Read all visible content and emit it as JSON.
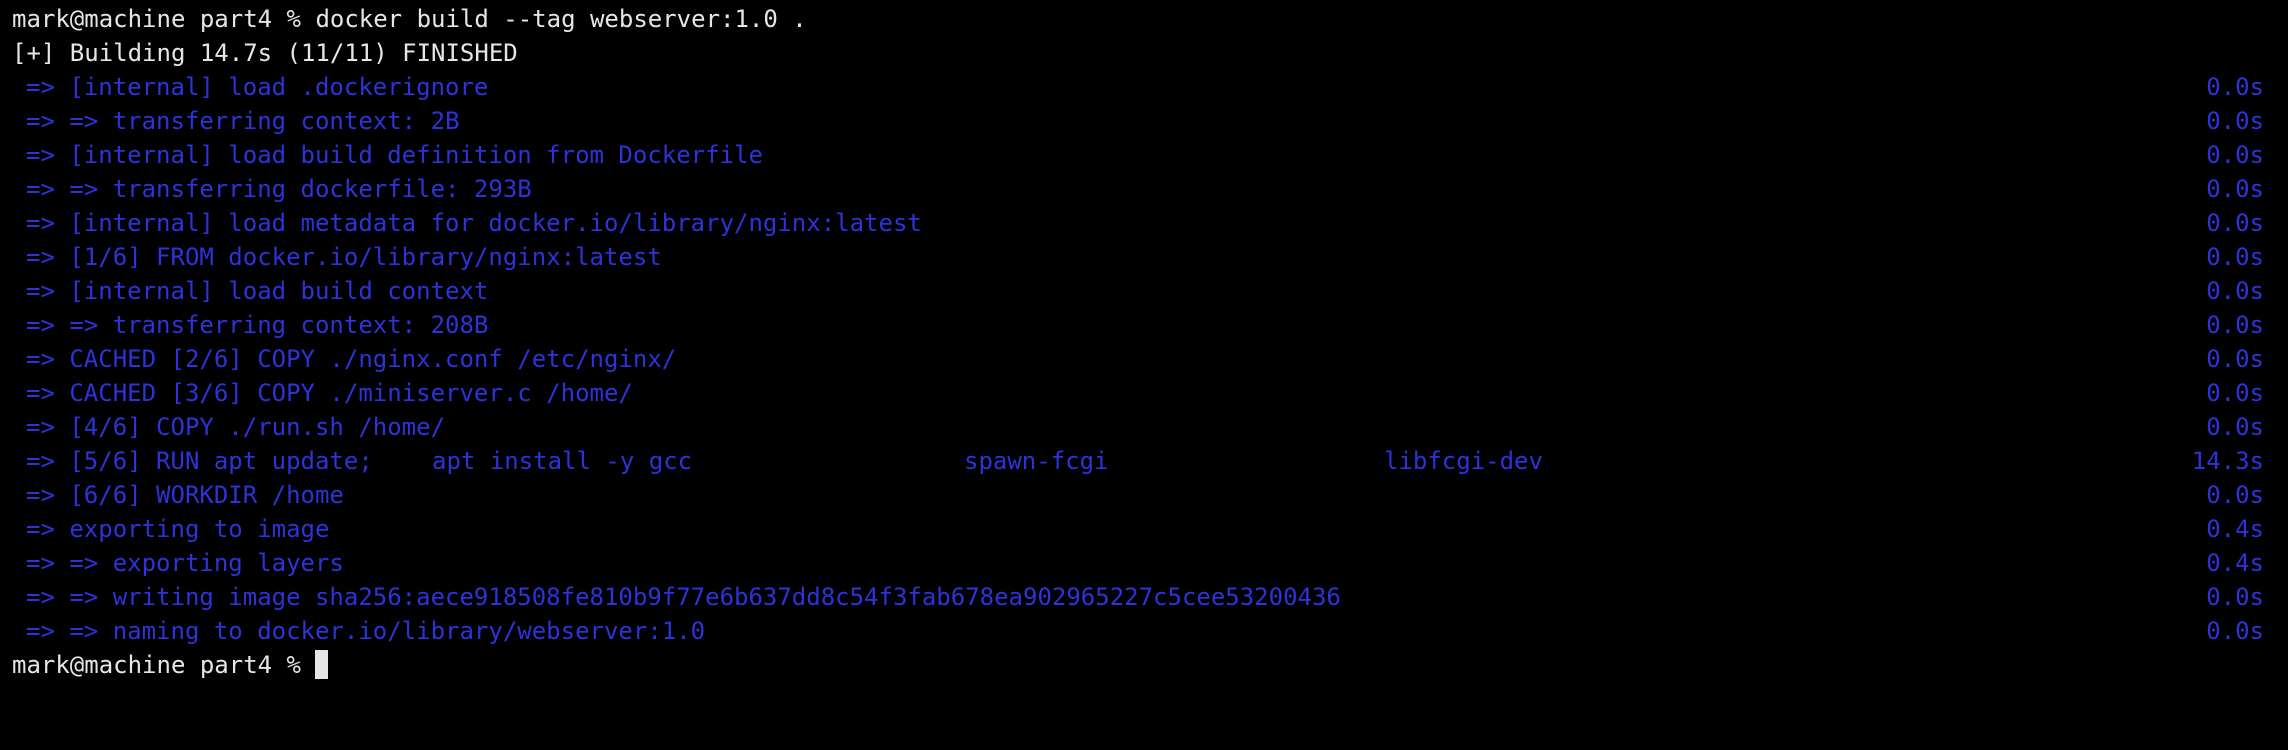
{
  "terminal": {
    "command_prompt": "mark@machine part4 % ",
    "command": "docker build --tag webserver:1.0 .",
    "status": "[+] Building 14.7s (11/11) FINISHED",
    "steps": [
      {
        "text": "=> [internal] load .dockerignore",
        "time": "0.0s"
      },
      {
        "text": "=> => transferring context: 2B",
        "time": "0.0s"
      },
      {
        "text": "=> [internal] load build definition from Dockerfile",
        "time": "0.0s"
      },
      {
        "text": "=> => transferring dockerfile: 293B",
        "time": "0.0s"
      },
      {
        "text": "=> [internal] load metadata for docker.io/library/nginx:latest",
        "time": "0.0s"
      },
      {
        "text": "=> [1/6] FROM docker.io/library/nginx:latest",
        "time": "0.0s"
      },
      {
        "text": "=> [internal] load build context",
        "time": "0.0s"
      },
      {
        "text": "=> => transferring context: 208B",
        "time": "0.0s"
      },
      {
        "text": "=> CACHED [2/6] COPY ./nginx.conf /etc/nginx/",
        "time": "0.0s"
      },
      {
        "text": "=> CACHED [3/6] COPY ./miniserver.c /home/",
        "time": "0.0s"
      },
      {
        "text": "=> [4/6] COPY ./run.sh /home/",
        "time": "0.0s"
      },
      {
        "text": "=> [5/6] RUN apt update;",
        "time": "14.3s"
      },
      {
        "text": "=> [6/6] WORKDIR /home",
        "time": "0.0s"
      },
      {
        "text": "=> exporting to image",
        "time": "0.4s"
      },
      {
        "text": "=> => exporting layers",
        "time": "0.4s"
      },
      {
        "text": "=> => writing image sha256:aece918508fe810b9f77e6b637dd8c54f3fab678ea902965227c5cee53200436",
        "time": "0.0s"
      },
      {
        "text": "=> => naming to docker.io/library/webserver:1.0",
        "time": "0.0s"
      }
    ],
    "run_step_extra": {
      "col1": "apt install -y gcc",
      "col2": "spawn-fcgi",
      "col3": "libfcgi-dev"
    },
    "final_prompt": "mark@machine part4 % "
  },
  "colors": {
    "background": "#000000",
    "foreground": "#e6e6e6",
    "build_output": "#2c33d8"
  }
}
